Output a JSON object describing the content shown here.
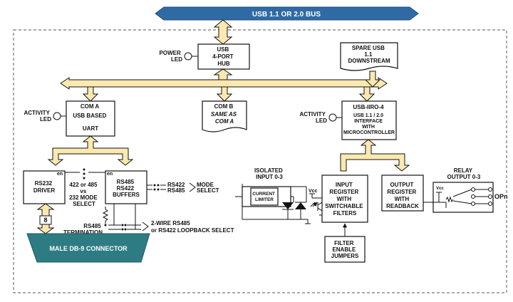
{
  "colors": {
    "bus_fill": "#2f6aa5",
    "arrow_fill": "#fde9b0",
    "connector_fill": "#2e7c83",
    "frame": "#555555"
  },
  "usb_bus": {
    "label": "USB 1.1 OR 2.0 BUS"
  },
  "hub": {
    "lines": [
      "USB",
      "4-PORT",
      "HUB"
    ],
    "power_led": [
      "POWER",
      "LED"
    ]
  },
  "spare_usb": {
    "lines": [
      "SPARE USB",
      "1.1",
      "DOWNSTREAM"
    ]
  },
  "com_a": {
    "lines": [
      "COM A",
      "USB BASED",
      "UART"
    ],
    "activity_led": [
      "ACTIVITY",
      "LED"
    ]
  },
  "com_b": {
    "lines": [
      "COM B",
      "SAME AS",
      "COM A"
    ]
  },
  "usb_iiro": {
    "lines": [
      "USB-IIRO-4",
      "USB 1.1 / 2.0",
      "INTERFACE",
      "WITH",
      "MICROCONTROLLER"
    ],
    "activity_led": [
      "ACTIVITY",
      "LED"
    ]
  },
  "rs232": {
    "lines": [
      "RS232",
      "DRIVER"
    ],
    "en": "en"
  },
  "mode_select_422_485": {
    "lines": [
      "422 or 485",
      "vs",
      "232 MODE",
      "SELECT"
    ]
  },
  "rs485_buffers": {
    "lines": [
      "RS485",
      "RS422",
      "BUFFERS"
    ],
    "en": "en"
  },
  "mode_select": {
    "rs422": "RS422",
    "rs485": "RS485",
    "lines": [
      "MODE",
      "SELECT"
    ]
  },
  "termination": {
    "lines": [
      "RS485",
      "TERMINATION"
    ]
  },
  "two_wire": {
    "lines": [
      "2-WIRE RS485",
      "or RS422 LOOPBACK SELECT"
    ]
  },
  "bus_width": "8",
  "connector": {
    "label": "MALE DB-9 CONNECTOR"
  },
  "isolated_input": {
    "title": [
      "ISOLATED",
      "INPUT 0-3"
    ],
    "current_limiter": [
      "CURRENT",
      "LIMITER"
    ]
  },
  "vcc": "Vcc",
  "input_register": {
    "lines": [
      "INPUT",
      "REGISTER",
      "WITH",
      "SWITCHABLE",
      "FILTERS"
    ]
  },
  "filter_jumpers": {
    "lines": [
      "FILTER",
      "ENABLE",
      "JUMPERS"
    ]
  },
  "output_register": {
    "lines": [
      "OUTPUT",
      "REGISTER",
      "WITH",
      "READBACK"
    ]
  },
  "relay_output": {
    "title": [
      "RELAY",
      "OUTPUT 0-3"
    ],
    "vcc": "Vcc",
    "label": "OPn"
  }
}
